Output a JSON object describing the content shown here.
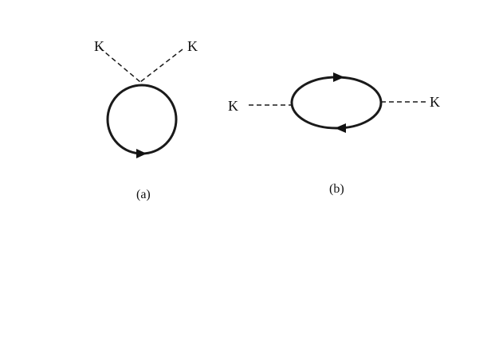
{
  "diagram_a": {
    "external_labels": [
      "K",
      "K"
    ],
    "caption": "(a)"
  },
  "diagram_b": {
    "external_labels": [
      "K",
      "K"
    ],
    "caption": "(b)"
  },
  "colors": {
    "line": "#1a1a1a",
    "background": "#ffffff"
  }
}
